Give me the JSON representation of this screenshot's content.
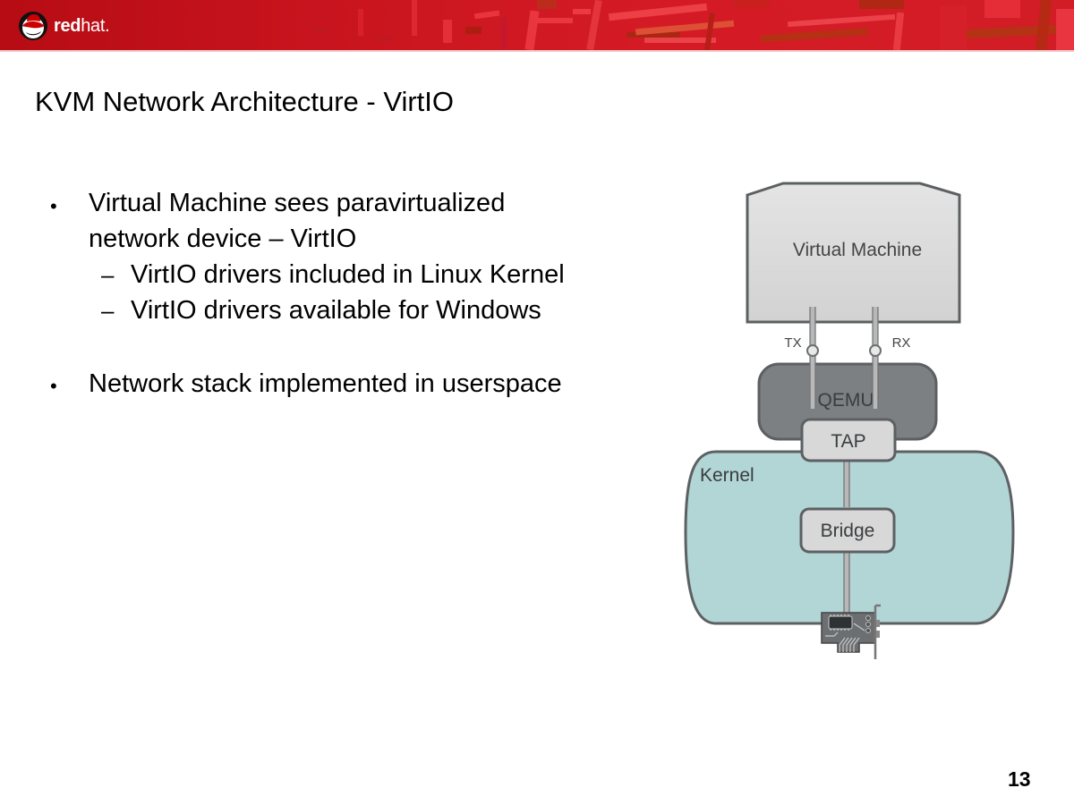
{
  "header": {
    "logo": {
      "icon": "redhat-shadowman-icon",
      "text_bold": "red",
      "text_light": "hat",
      "text_suffix": "."
    },
    "colors": {
      "banner": "#c8141e",
      "accent": "#d21c26"
    }
  },
  "slide": {
    "title": "KVM Network Architecture - VirtIO",
    "bullets": [
      {
        "symbol": "•",
        "lines": [
          "Virtual Machine sees paravirtualized",
          "network device – VirtIO"
        ],
        "sub": [
          {
            "symbol": "–",
            "text": "VirtIO drivers included in Linux Kernel"
          },
          {
            "symbol": "–",
            "text": "VirtIO drivers available for Windows"
          }
        ]
      },
      {
        "symbol": "•",
        "lines": [
          "Network stack implemented in userspace"
        ],
        "sub": []
      }
    ],
    "page_number": "13"
  },
  "diagram": {
    "nodes": {
      "vm": {
        "label": "Virtual Machine",
        "fill": "#dcdcdc"
      },
      "qemu": {
        "label": "QEMU",
        "fill": "#7d8082"
      },
      "tap": {
        "label": "TAP",
        "fill": "#d8d8d8"
      },
      "kernel": {
        "label": "Kernel",
        "fill": "#b2d5d6"
      },
      "bridge": {
        "label": "Bridge",
        "fill": "#d8d8d8"
      },
      "nic": {
        "label": "",
        "icon": "network-card-icon"
      }
    },
    "ports": {
      "tx": "TX",
      "rx": "RX"
    },
    "edges": [
      {
        "from": "vm",
        "to": "qemu",
        "via": "TX"
      },
      {
        "from": "vm",
        "to": "qemu",
        "via": "RX"
      },
      {
        "from": "tap",
        "to": "bridge"
      },
      {
        "from": "bridge",
        "to": "nic"
      }
    ]
  }
}
